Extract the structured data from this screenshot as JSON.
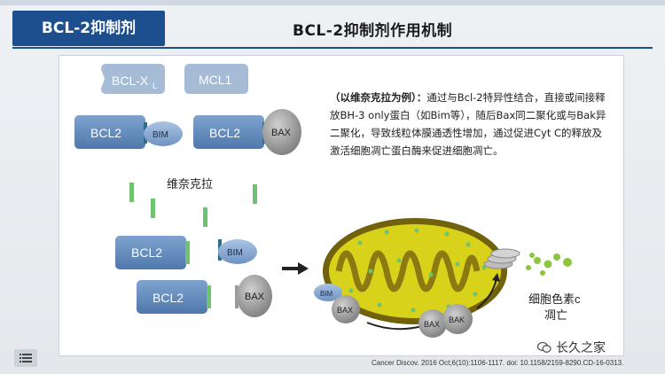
{
  "tab_label": "BCL-2抑制剂",
  "title": "BCL-2抑制剂作用机制",
  "description_bold": "（以维奈克拉为例）：",
  "description_text": "通过与Bcl-2特异性结合，直接或间接释放BH-3 only蛋白（如Bim等），随后Bax同二聚化或与Bak异二聚化，导致线粒体膜通透性增加，通过促进Cyt C的释放及激活细胞凋亡蛋白酶来促进细胞凋亡。",
  "citation": "Cancer Discov. 2016 Oct;6(10):1106-1117. doi: 10.1158/2159-8290.CD-16-0313.",
  "watermark": "长久之家",
  "diagram": {
    "bclxl_main": "BCL-X",
    "bclxl_sub": "L",
    "mcl1": "MCL1",
    "bcl2": "BCL2",
    "bim": "BIM",
    "bax": "BAX",
    "bak": "BAK",
    "drug": "维奈克拉",
    "cytc_line1": "细胞色素c",
    "cytc_line2": "凋亡"
  },
  "colors": {
    "accent": "#1d4f8f",
    "bcl2_fill": "#5d86b8",
    "drug_green": "#6fc26f",
    "mito_yellow": "#d9d21a",
    "mito_outer": "#7a6a10"
  }
}
